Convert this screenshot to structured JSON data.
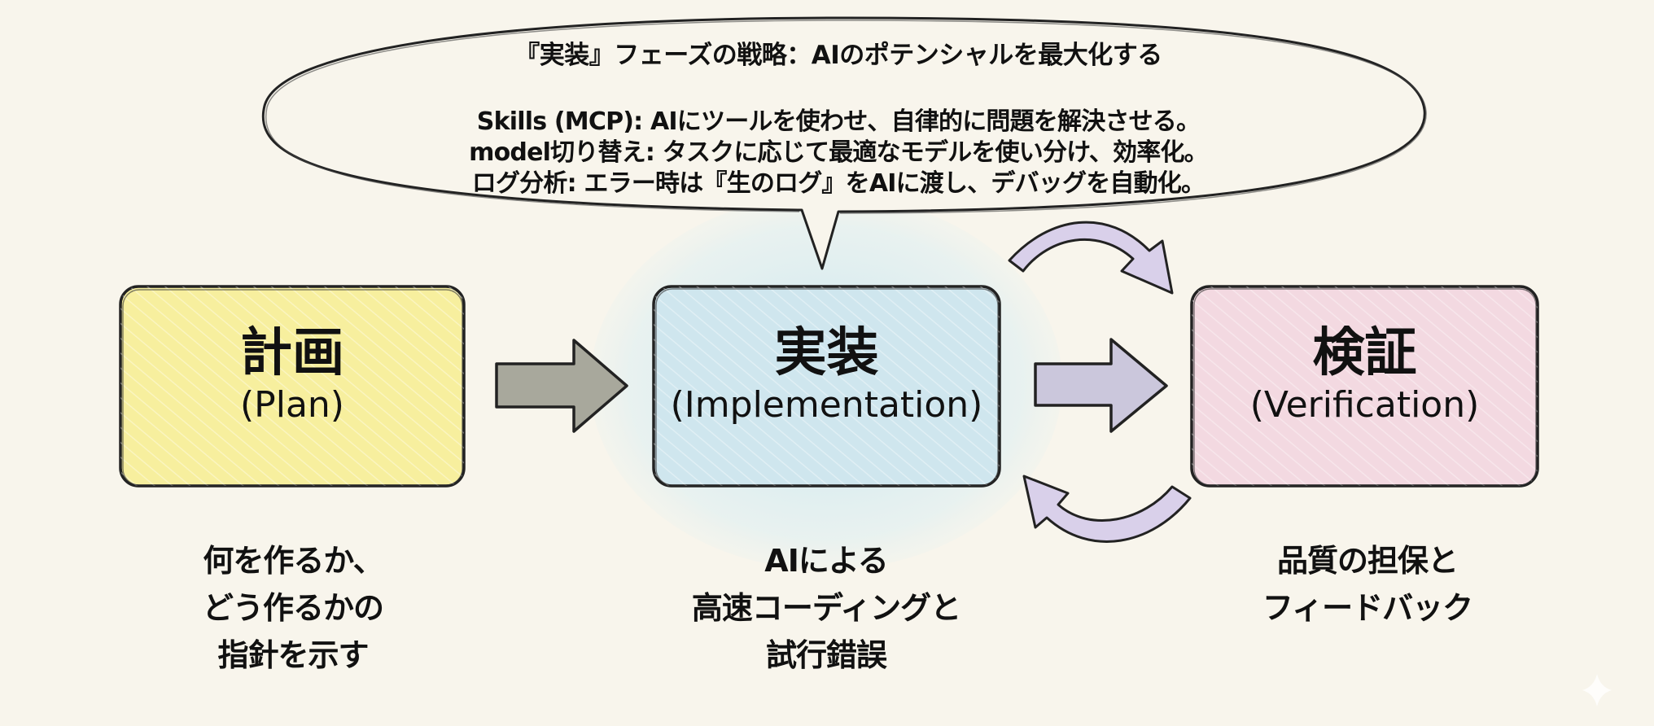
{
  "callout": {
    "title": "『実装』フェーズの戦略：AIのポテンシャルを最大化する",
    "lines": [
      "Skills (MCP): AIにツールを使わせ、自律的に問題を解決させる。",
      "model切り替え: タスクに応じて最適なモデルを使い分け、効率化。",
      "ログ分析: エラー時は『生のログ』をAIに渡し、デバッグを自動化。"
    ]
  },
  "stages": [
    {
      "title": "計画",
      "subtitle": "(Plan)",
      "color": "#f7ef9e",
      "description": [
        "何を作るか、",
        "どう作るかの",
        "指針を示す"
      ]
    },
    {
      "title": "実装",
      "subtitle": "(Implementation)",
      "color": "#cfe6ee",
      "description": [
        "AIによる",
        "高速コーディングと",
        "試行錯誤"
      ]
    },
    {
      "title": "検証",
      "subtitle": "(Verification)",
      "color": "#f3d9e1",
      "description": [
        "品質の担保と",
        "フィードバック"
      ]
    }
  ],
  "colors": {
    "background": "#f8f5ec",
    "arrow_plan": "#a8a89c",
    "arrow_impl": "#cbc7dc",
    "cycle_arrows": "#d9d0ea",
    "glow": "#bfe3f0"
  }
}
